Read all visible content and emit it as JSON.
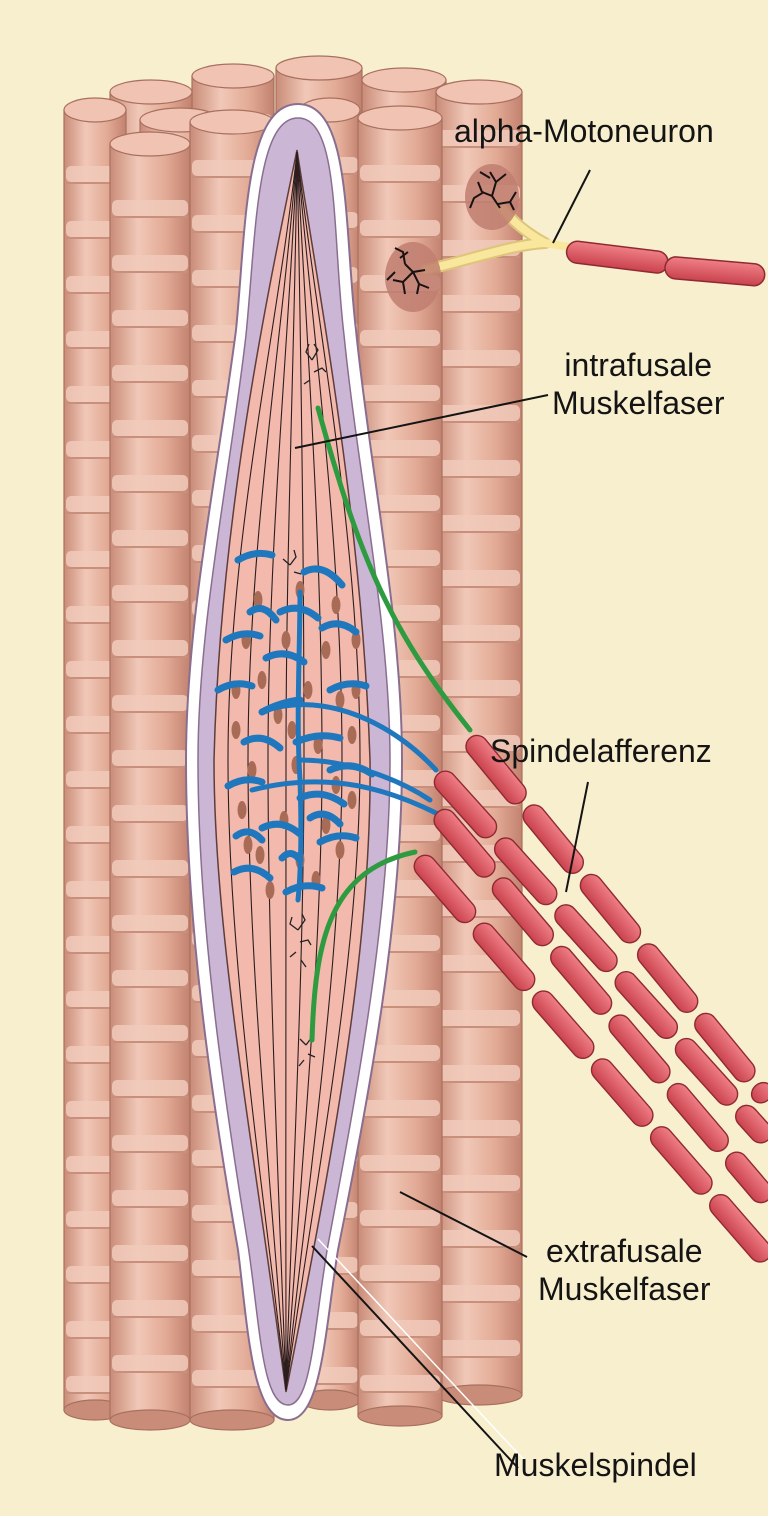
{
  "colors": {
    "background": "#f8efce",
    "extrafusal_fiber": "#e2ab97",
    "extrafusal_fiber_light": "#f1cabb",
    "extrafusal_band": "#c98f7d",
    "spindle_capsule": "#cbb6d6",
    "intrafusal_fiber": "#f3b9ad",
    "nucleus": "#a86b55",
    "sensory_ending": "#2d8ac9",
    "gamma_axon": "#32a042",
    "afferent_myelin": "#d8535c",
    "alpha_axon": "#f8e79c"
  },
  "labels": {
    "alpha_motoneuron": "alpha-Motoneuron",
    "intrafusal_line1": "intrafusale",
    "intrafusal_line2": "Muskelfaser",
    "spindle_afferent": "Spindelafferenz",
    "extrafusal_line1": "extrafusale",
    "extrafusal_line2": "Muskelfaser",
    "muscle_spindle": "Muskelspindel"
  }
}
